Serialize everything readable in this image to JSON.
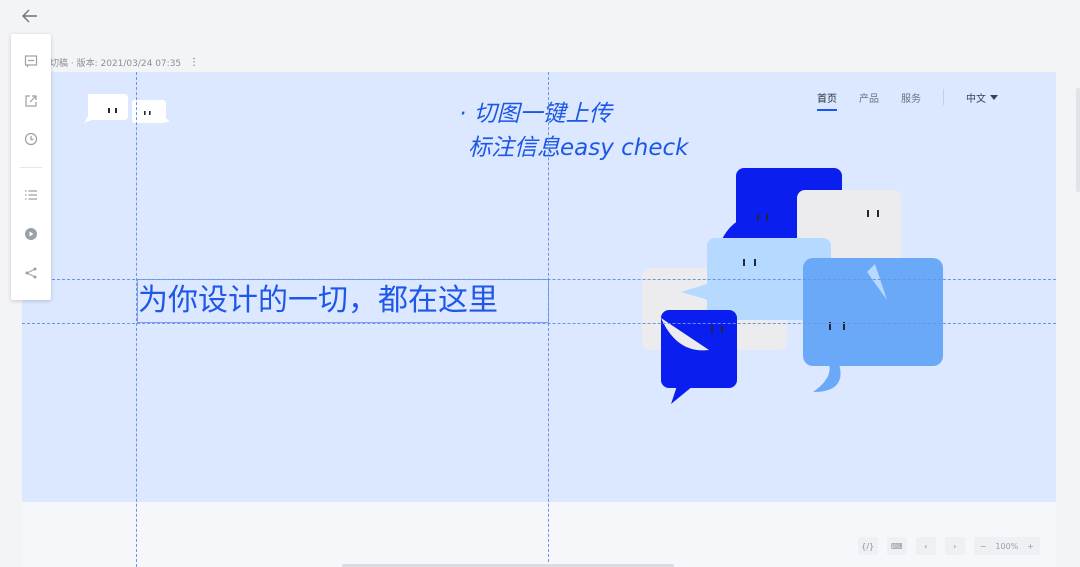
{
  "header": {
    "version_text": "切稿 · 版本: 2021/03/24 07:35",
    "more_label": "⋮"
  },
  "toolbar": {
    "items": [
      {
        "name": "comment-icon"
      },
      {
        "name": "export-icon"
      },
      {
        "name": "history-icon"
      },
      {
        "name": "list-icon"
      },
      {
        "name": "play-icon"
      },
      {
        "name": "share-icon"
      }
    ]
  },
  "nav": {
    "items": [
      {
        "label": "首页",
        "active": true
      },
      {
        "label": "产品",
        "active": false
      },
      {
        "label": "服务",
        "active": false
      }
    ],
    "language": "中文"
  },
  "hero": {
    "slogan_line1": "· 切图一键上传",
    "slogan_line2": "标注信息easy check",
    "headline": "为你设计的一切，都在这里"
  },
  "bottom_toolbar": {
    "code_label": "{/}",
    "keyboard_label": "⌨",
    "prev_label": "‹",
    "next_label": "›",
    "zoom_out_label": "−",
    "zoom_level": "100%",
    "zoom_in_label": "+"
  },
  "colors": {
    "accent": "#1a55f5",
    "artboard_bg": "#dce8ff",
    "bubble_dark_blue": "#0a1fef",
    "bubble_light_blue": "#b6d9ff",
    "bubble_mid_blue": "#6aa9f7",
    "bubble_light_gray": "#ececef"
  }
}
